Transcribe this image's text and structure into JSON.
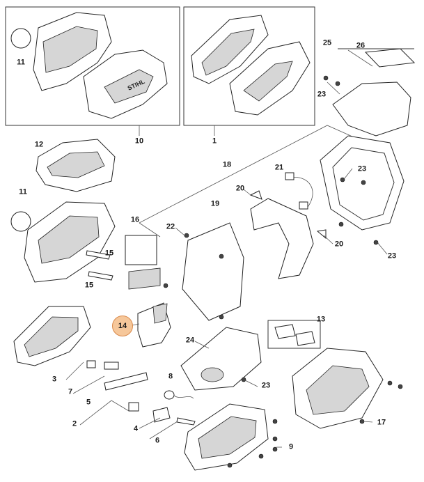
{
  "diagram": {
    "brand_mark": "STIHL",
    "callouts": [
      {
        "id": "c11a",
        "label": "11"
      },
      {
        "id": "c10",
        "label": "10"
      },
      {
        "id": "c1",
        "label": "1"
      },
      {
        "id": "c25",
        "label": "25"
      },
      {
        "id": "c26",
        "label": "26"
      },
      {
        "id": "c23a",
        "label": "23"
      },
      {
        "id": "c12",
        "label": "12"
      },
      {
        "id": "c18",
        "label": "18"
      },
      {
        "id": "c21",
        "label": "21"
      },
      {
        "id": "c23b",
        "label": "23"
      },
      {
        "id": "c11b",
        "label": "11"
      },
      {
        "id": "c20a",
        "label": "20"
      },
      {
        "id": "c19",
        "label": "19"
      },
      {
        "id": "c16",
        "label": "16"
      },
      {
        "id": "c22",
        "label": "22"
      },
      {
        "id": "c20b",
        "label": "20"
      },
      {
        "id": "c23c",
        "label": "23"
      },
      {
        "id": "c15a",
        "label": "15"
      },
      {
        "id": "c15b",
        "label": "15"
      },
      {
        "id": "c14",
        "label": "14",
        "highlight": true
      },
      {
        "id": "c13",
        "label": "13"
      },
      {
        "id": "c24",
        "label": "24"
      },
      {
        "id": "c8",
        "label": "8"
      },
      {
        "id": "c23d",
        "label": "23"
      },
      {
        "id": "c3",
        "label": "3"
      },
      {
        "id": "c7",
        "label": "7"
      },
      {
        "id": "c5",
        "label": "5"
      },
      {
        "id": "c2",
        "label": "2"
      },
      {
        "id": "c4",
        "label": "4"
      },
      {
        "id": "c6",
        "label": "6"
      },
      {
        "id": "c17",
        "label": "17"
      },
      {
        "id": "c9",
        "label": "9"
      }
    ],
    "colors": {
      "highlight_fill": "#f6c79a",
      "highlight_border": "#d9894a"
    }
  }
}
